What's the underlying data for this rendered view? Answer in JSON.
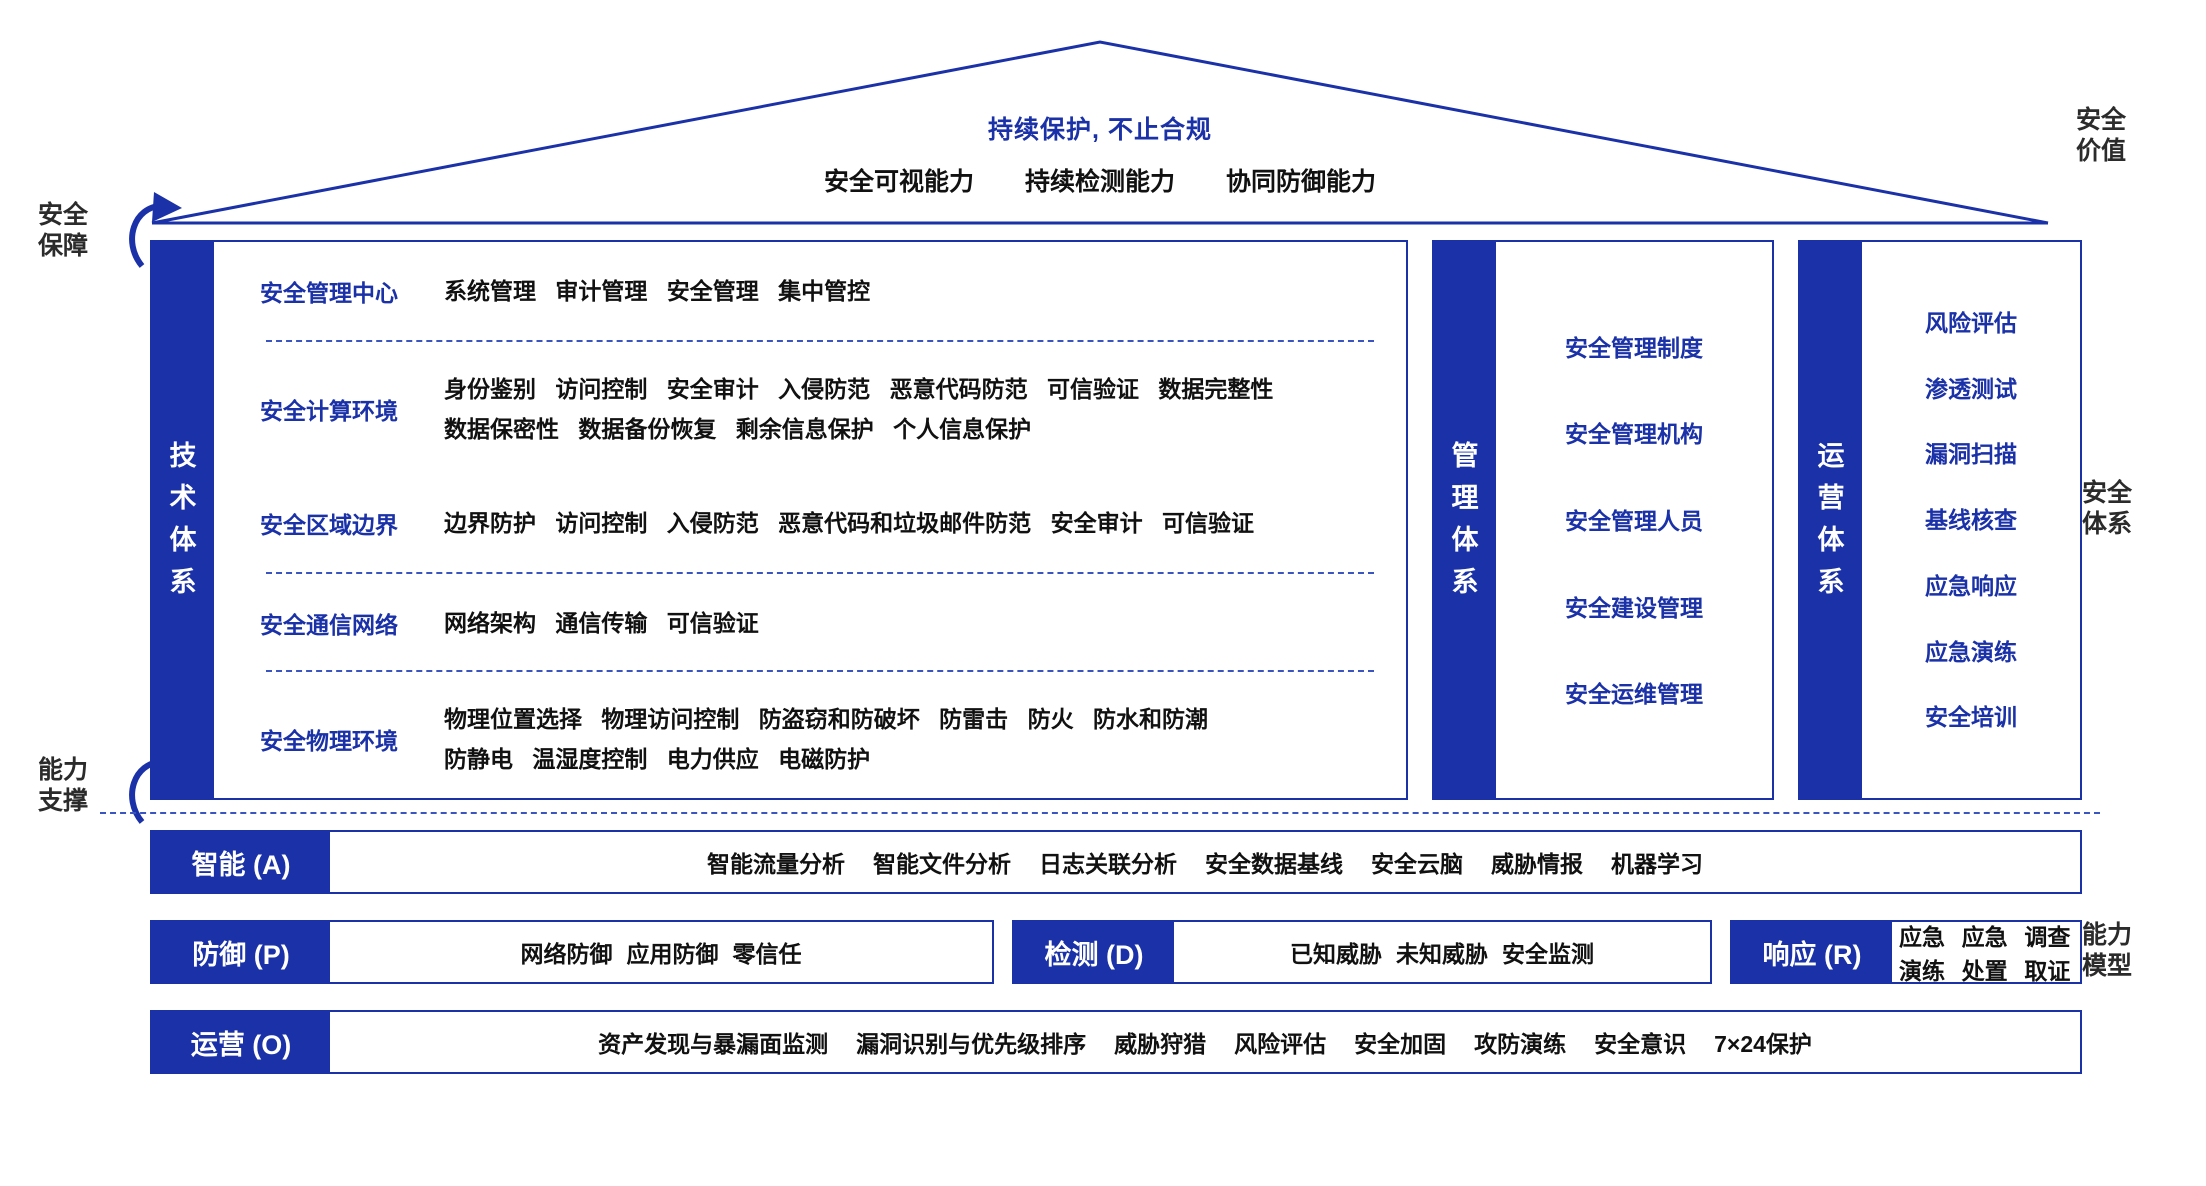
{
  "roof": {
    "title": "持续保护, 不止合规",
    "capabilities": [
      "安全可视能力",
      "持续检测能力",
      "协同防御能力"
    ]
  },
  "side_labels": {
    "secure_guarantee": "安全\n保障",
    "secure_guarantee_l1": "安全",
    "secure_guarantee_l2": "保障",
    "capability_support_l1": "能力",
    "capability_support_l2": "支撑",
    "security_value_l1": "安全",
    "security_value_l2": "价值",
    "security_system_l1": "安全",
    "security_system_l2": "体系",
    "capability_model_l1": "能力",
    "capability_model_l2": "模型"
  },
  "pillars": {
    "technical": {
      "tab": "技术体系",
      "rows": [
        {
          "name": "安全管理中心",
          "lines": [
            [
              "系统管理",
              "审计管理",
              "安全管理",
              "集中管控"
            ]
          ]
        },
        {
          "name": "安全计算环境",
          "lines": [
            [
              "身份鉴别",
              "访问控制",
              "安全审计",
              "入侵防范",
              "恶意代码防范",
              "可信验证",
              "数据完整性"
            ],
            [
              "数据保密性",
              "数据备份恢复",
              "剩余信息保护",
              "个人信息保护"
            ]
          ]
        },
        {
          "name": "安全区域边界",
          "lines": [
            [
              "边界防护",
              "访问控制",
              "入侵防范",
              "恶意代码和垃圾邮件防范",
              "安全审计",
              "可信验证"
            ]
          ]
        },
        {
          "name": "安全通信网络",
          "lines": [
            [
              "网络架构",
              "通信传输",
              "可信验证"
            ]
          ]
        },
        {
          "name": "安全物理环境",
          "lines": [
            [
              "物理位置选择",
              "物理访问控制",
              "防盗窃和防破坏",
              "防雷击",
              "防火",
              "防水和防潮"
            ],
            [
              "防静电",
              "温湿度控制",
              "电力供应",
              "电磁防护"
            ]
          ]
        }
      ]
    },
    "management": {
      "tab": "管理体系",
      "items": [
        "安全管理制度",
        "安全管理机构",
        "安全管理人员",
        "安全建设管理",
        "安全运维管理"
      ]
    },
    "operation": {
      "tab": "运营体系",
      "items": [
        "风险评估",
        "渗透测试",
        "漏洞扫描",
        "基线核查",
        "应急响应",
        "应急演练",
        "安全培训"
      ]
    }
  },
  "capability_model": {
    "rows": [
      {
        "tab": "智能 (A)",
        "items": [
          "智能流量分析",
          "智能文件分析",
          "日志关联分析",
          "安全数据基线",
          "安全云脑",
          "威胁情报",
          "机器学习"
        ]
      },
      {
        "tab": "防御 (P)",
        "items": [
          "网络防御",
          "应用防御",
          "零信任"
        ]
      },
      {
        "tab": "检测 (D)",
        "items": [
          "已知威胁",
          "未知威胁",
          "安全监测"
        ]
      },
      {
        "tab": "响应 (R)",
        "items": [
          "应急演练",
          "应急处置",
          "调查取证"
        ]
      },
      {
        "tab": "运营 (O)",
        "items": [
          "资产发现与暴漏面监测",
          "漏洞识别与优先级排序",
          "威胁狩猎",
          "风险评估",
          "安全加固",
          "攻防演练",
          "安全意识",
          "7×24保护"
        ]
      }
    ]
  },
  "colors": {
    "brand": "#1a31a8",
    "text": "#111111",
    "dash": "#3a55c0"
  }
}
